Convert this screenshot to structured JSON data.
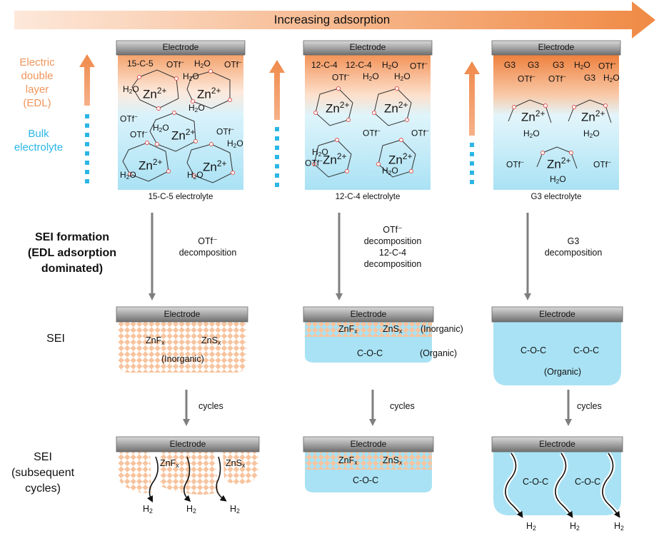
{
  "header": {
    "title": "Increasing adsorption"
  },
  "side_labels": {
    "edl_line1": "Electric",
    "edl_line2": "double",
    "edl_line3": "layer",
    "edl_line4": "(EDL)",
    "bulk_line1": "Bulk",
    "bulk_line2": "electrolyte",
    "sei_formation_line1": "SEI formation",
    "sei_formation_line2": "(EDL adsorption",
    "sei_formation_line3": "dominated)",
    "sei": "SEI",
    "sei_sub_line1": "SEI",
    "sei_sub_line2": "(subsequent",
    "sei_sub_line3": "cycles)"
  },
  "electrode_label": "Electrode",
  "species": {
    "otf": "OTf",
    "h2o_h": "H",
    "h2o_2": "2",
    "h2o_o": "O",
    "zn": "Zn",
    "zn_charge": "2+",
    "h2_h": "H",
    "h2_2": "2",
    "x": "x"
  },
  "columns": [
    {
      "caption": "15-C-5 electrolyte",
      "edl_top": [
        "15-C-5"
      ],
      "step_line1": "OTf⁻",
      "step_line2": "decomposition",
      "step_line3": "",
      "step_line4": "",
      "sei_znf": "ZnF",
      "sei_zns": "ZnS",
      "sei_inorg": "(Inorganic)",
      "cycles": "cycles"
    },
    {
      "caption": "12-C-4 electrolyte",
      "edl_top": [
        "12-C-4",
        "12-C-4"
      ],
      "step_line1": "OTf⁻",
      "step_line2": "decomposition",
      "step_line3": "12-C-4",
      "step_line4": "decomposition",
      "sei_znf": "ZnF",
      "sei_zns": "ZnS",
      "sei_inorg": "(Inorganic)",
      "sei_coc": "C-O-C",
      "sei_org": "(Organic)",
      "cycles": "cycles",
      "sub_coc": "C-O-C"
    },
    {
      "caption": "G3 electrolyte",
      "edl_top": [
        "G3",
        "G3",
        "G3",
        "G3"
      ],
      "step_line1": "G3",
      "step_line2": "decomposition",
      "sei_coc": "C-O-C",
      "sei_org": "(Organic)",
      "cycles": "cycles",
      "sub_coc": "C-O-C"
    }
  ],
  "colors": {
    "edl_orange": "#f0955a",
    "bulk_blue": "#2bb6e6",
    "electrolyte_blue": "#a9e2f4",
    "inorganic_checker": "#f7c49f",
    "electrode_gray": "#8a8a8a",
    "arrow_gray": "#7f7f7f"
  }
}
